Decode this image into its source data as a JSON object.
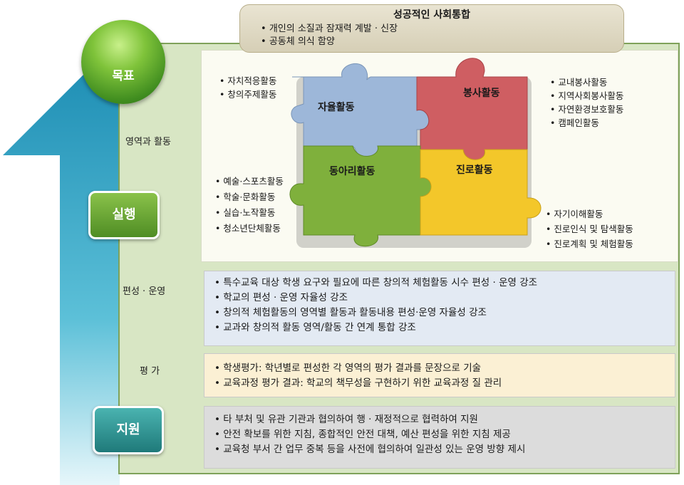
{
  "goal": {
    "title": "성공적인 사회통합",
    "items": [
      "개인의 소질과 잠재력 계발 · 신장",
      "공동체 의식 함양"
    ]
  },
  "left": {
    "goal_label": "목표",
    "execution_label": "실행",
    "support_label": "지원",
    "areas_label": "영역과 활동",
    "operation_label": "편성 · 운영",
    "evaluation_label": "평 가"
  },
  "puzzle": {
    "autonomy": "자율활동",
    "service": "봉사활동",
    "club": "동아리활동",
    "career": "진로활동"
  },
  "activities": {
    "autonomy": [
      "자치적응활동",
      "창의주제활동"
    ],
    "service": [
      "교내봉사활동",
      "지역사회봉사활동",
      "자연환경보호활동",
      "캠페인활동"
    ],
    "club": [
      "예술·스포츠활동",
      "학술·문화활동",
      "실습·노작활동",
      "청소년단체활동"
    ],
    "career": [
      "자기이해활동",
      "진로인식 및 탐색활동",
      "진로계획 및 체험활동"
    ]
  },
  "operation_items": [
    "특수교육 대상 학생 요구와 필요에 따른 창의적 체험활동 시수 편성 · 운영 강조",
    "학교의 편성 · 운영 자율성 강조",
    "창의적 체험활동의 영역별 활동과 활동내용 편성·운영 자율성 강조",
    "교과와 창의적 활동 영역/활동 간 연계 통합 강조"
  ],
  "evaluation_items": [
    "학생평가: 학년별로 편성한 각 영역의 평가 결과를 문장으로 기술",
    "교육과정 평가 결과: 학교의 책무성을 구현하기 위한 교육과정 질 관리"
  ],
  "support_items": [
    "타 부처 및 유관 기관과 협의하여 행 · 재정적으로 협력하여 지원",
    "안전 확보를 위한 지침, 종합적인 안전 대책, 예산 편성을 위한 지침 제공",
    "교육청 부서 간 업무 중복 등을 사전에 협의하여 일관성 있는 운영 방향 제시"
  ],
  "colors": {
    "autonomy": "#9db7d9",
    "service": "#cf5e62",
    "club": "#7fb03c",
    "career": "#f3c72a",
    "arrow": "#3aa6c6"
  }
}
